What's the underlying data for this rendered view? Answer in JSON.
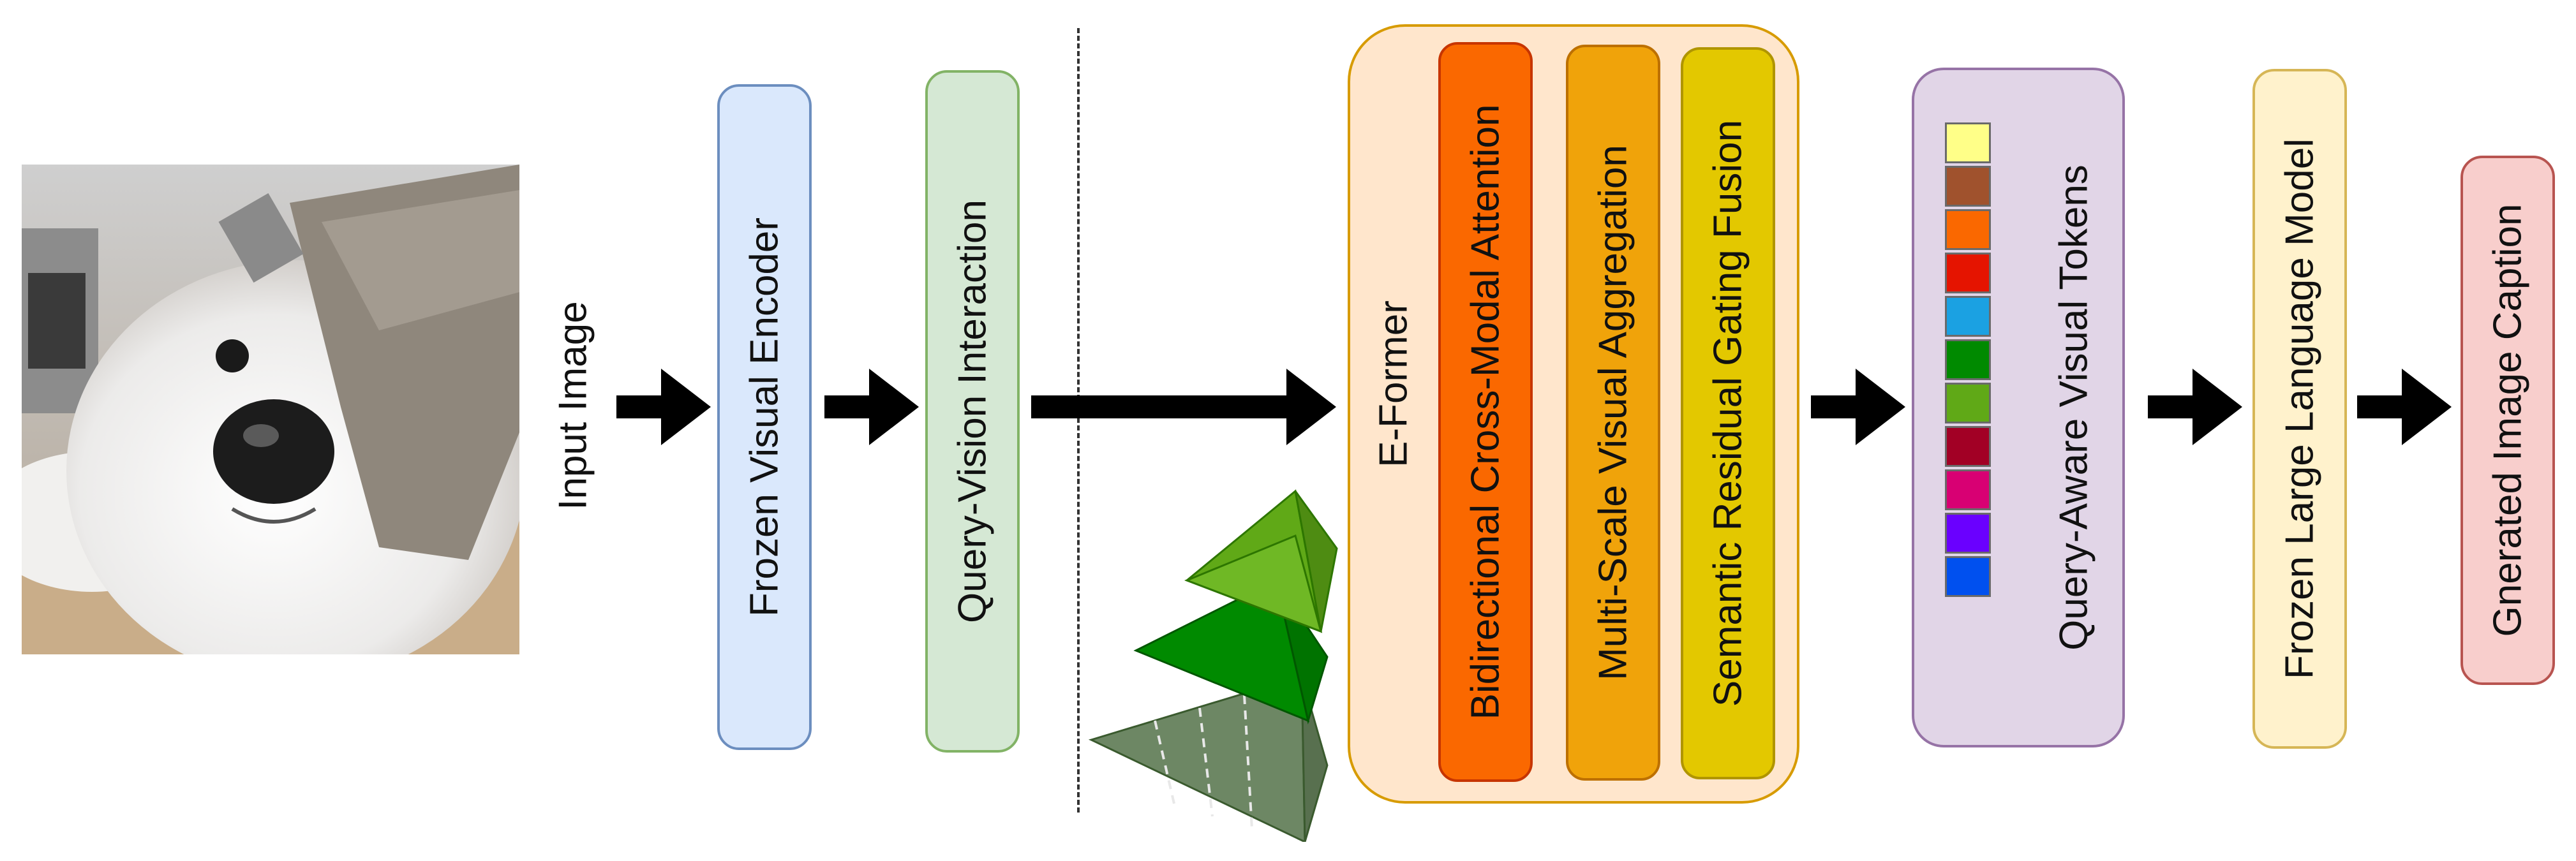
{
  "labels": {
    "input_image": "Input Image",
    "frozen_visual_encoder": "Frozen Visual Encoder",
    "query_vision_interaction": "Query-Vision Interaction",
    "eformer": "E-Former",
    "bidirectional_attention": "Bidirectional Cross-Modal Attention",
    "multiscale_aggregation": "Multi-Scale Visual Aggregation",
    "semantic_gating": "Semantic Residual Gating Fusion",
    "query_aware_tokens": "Query-Aware Visual Tokens",
    "frozen_llm": "Frozen Large Language Model",
    "generated_caption": "Gnerated Image Caption"
  },
  "colors": {
    "encoder_fill": "#dae8fc",
    "encoder_border": "#6c8ebf",
    "interaction_fill": "#d5e8d4",
    "interaction_border": "#82b366",
    "eformer_fill": "#ffe6cc",
    "eformer_border": "#d79b00",
    "attention_fill": "#fa6800",
    "attention_border": "#c73500",
    "aggregation_fill": "#f0a30a",
    "aggregation_border": "#bd7000",
    "gating_fill": "#e3c800",
    "gating_border": "#b09500",
    "tokens_fill": "#e1d5e7",
    "tokens_border": "#9673a6",
    "llm_fill": "#fff2cc",
    "llm_border": "#d6b656",
    "caption_fill": "#f8cecc",
    "caption_border": "#b85450"
  },
  "tokens": [
    {
      "name": "token-pale-yellow",
      "color": "#ffff88"
    },
    {
      "name": "token-brown",
      "color": "#a0522d"
    },
    {
      "name": "token-orange",
      "color": "#fa6800"
    },
    {
      "name": "token-red",
      "color": "#e51400"
    },
    {
      "name": "token-sky-blue",
      "color": "#1ba1e2"
    },
    {
      "name": "token-green",
      "color": "#008a00"
    },
    {
      "name": "token-lime",
      "color": "#60a917"
    },
    {
      "name": "token-crimson",
      "color": "#a20025"
    },
    {
      "name": "token-magenta",
      "color": "#d80073"
    },
    {
      "name": "token-violet",
      "color": "#6a00ff"
    },
    {
      "name": "token-blue",
      "color": "#0050ef"
    }
  ],
  "icons": {
    "photo": "samoyed-dog-photo",
    "pyramid": "feature-pyramid-icon"
  }
}
